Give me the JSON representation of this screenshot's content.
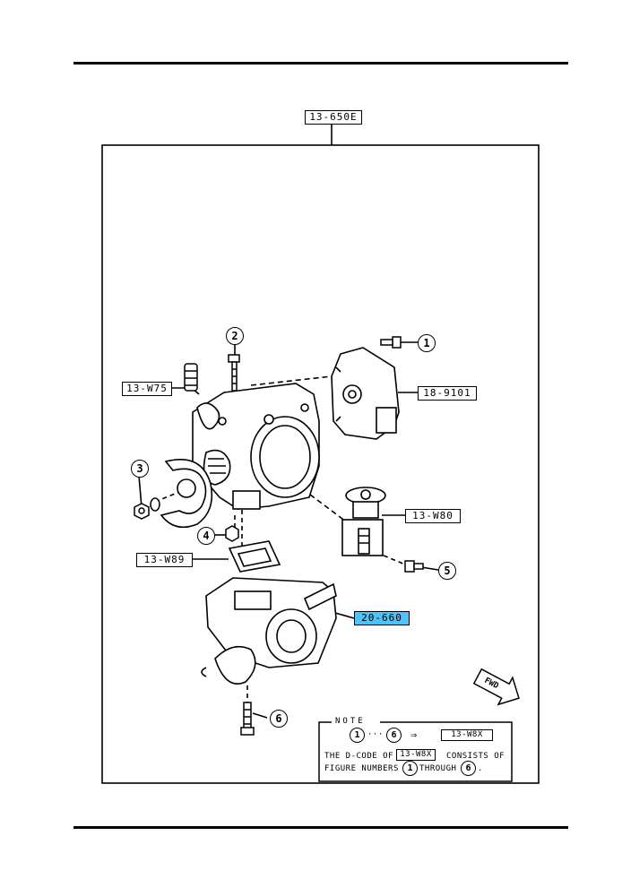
{
  "codes": {
    "top": "13-650E",
    "c1": "18-9101",
    "c2": "13-W75",
    "c3": "13-W80",
    "c4": "13-W89",
    "c5": "20-660"
  },
  "callouts": [
    "1",
    "2",
    "3",
    "4",
    "5",
    "6"
  ],
  "fwd_label": "FWD",
  "note": {
    "title": "NOTE",
    "range_from": "1",
    "range_dots": "···",
    "range_to": "6",
    "arrow": "⇒",
    "group_code": "13-W8X",
    "line1_pre": "THE D-CODE OF",
    "line1_code": "13-W8X",
    "line1_post": "CONSISTS OF",
    "line2_pre": "FIGURE NUMBERS",
    "line2_from": "1",
    "line2_mid": "THROUGH",
    "line2_to": "6",
    "line2_end": "."
  },
  "colors": {
    "highlight": "#4fc3f7",
    "ink": "#000000"
  }
}
